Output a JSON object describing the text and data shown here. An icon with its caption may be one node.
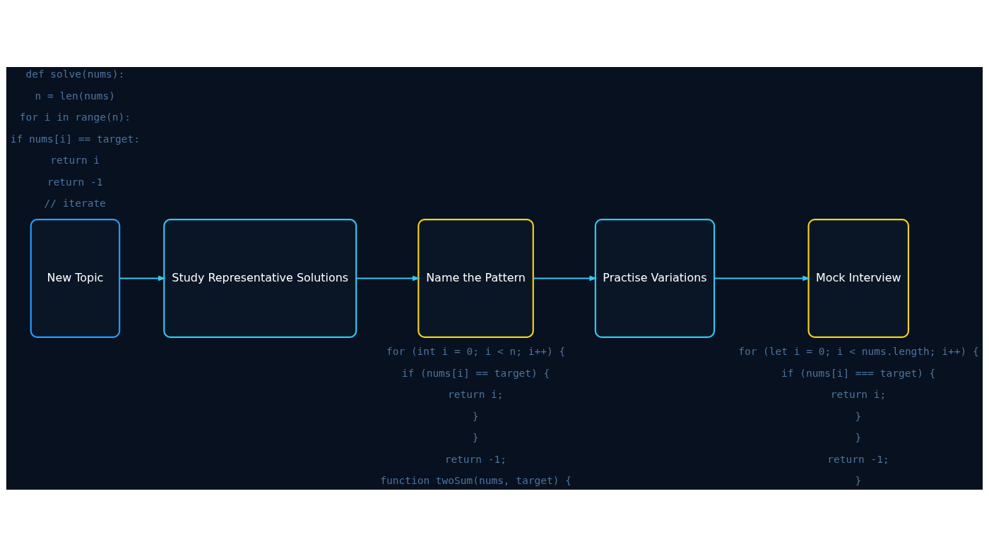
{
  "diagram": {
    "nodes": [
      {
        "text": [
          "New Topic"
        ]
      },
      {
        "text": [
          "Study Representative Solutions"
        ]
      },
      {
        "text": [
          "Name the Pattern"
        ]
      },
      {
        "text": [
          "Practise Variations"
        ]
      },
      {
        "text": [
          "Mock Interview"
        ]
      }
    ],
    "edges": [
      {
        "from": 0,
        "to": 1,
        "arrow": "to"
      },
      {
        "from": 1,
        "to": 2,
        "arrow": "to"
      },
      {
        "from": 2,
        "to": 3,
        "arrow": "to"
      },
      {
        "from": 3,
        "to": 4,
        "arrow": "to"
      }
    ],
    "labels": [
      "def solve(nums):",
      "n = len(nums)",
      "for i in range(n):",
      "if nums[i] == target:",
      "return i",
      "return -1",
      "// iterate",
      "for (int i = 0; i < n; i++) {",
      "if (nums[i] == target) {",
      "return i;",
      "}",
      "}",
      "return -1;",
      "function twoSum(nums, target) {",
      "for (let i = 0; i < nums.length; i++) {",
      "if (nums[i] === target) {",
      "return i;",
      "}",
      "}",
      "return -1;",
      "}"
    ]
  }
}
